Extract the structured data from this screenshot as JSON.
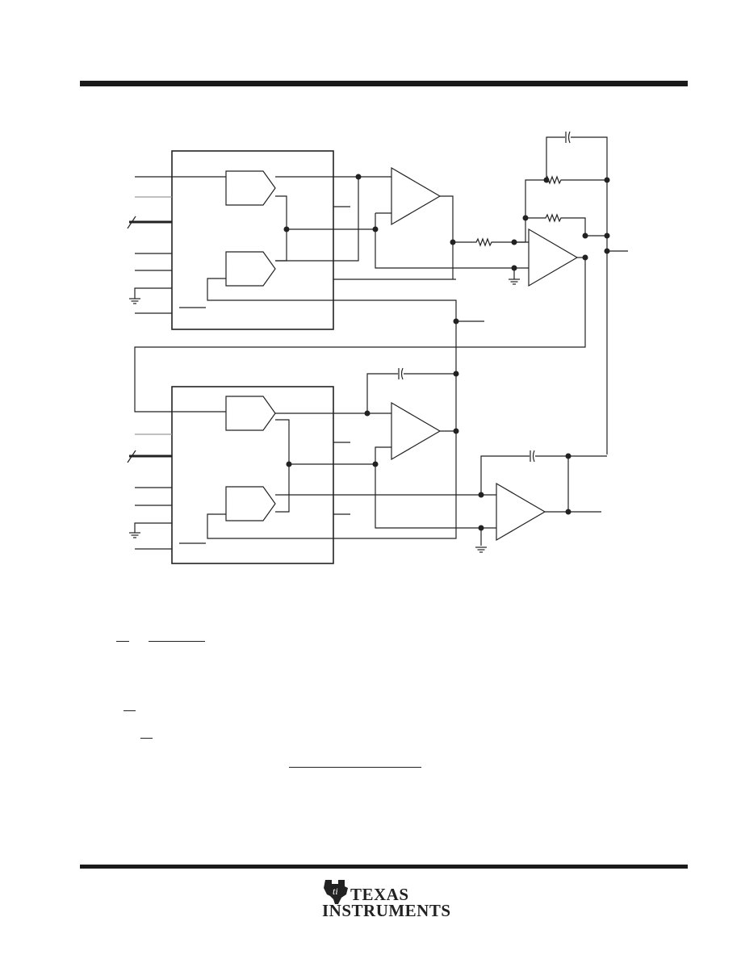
{
  "page": {
    "background": "#ffffff",
    "rule_color": "#1a1a1a"
  },
  "schematic": {
    "line_color": "#222222",
    "grey_line_color": "#9a9a9a",
    "blocks": [
      {
        "id": "upper-device"
      },
      {
        "id": "lower-device"
      }
    ]
  },
  "footer": {
    "logo": {
      "line1": "TEXAS",
      "line2": "INSTRUMENTS",
      "icon": "ti-texas-emblem-icon"
    }
  }
}
